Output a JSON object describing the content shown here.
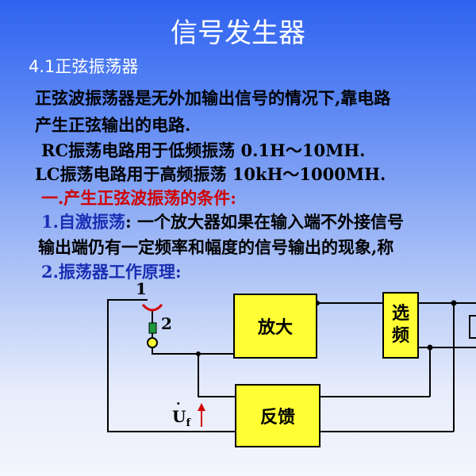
{
  "slide": {
    "title": "信号发生器",
    "section": "4.1正弦振荡器",
    "line1": "正弦波振荡器是无外加输出信号的情况下,靠电路",
    "line2": "产生正弦输出的电路.",
    "rc_line": "RC振荡电路用于低频振荡   0.1H～10MH.",
    "lc_line": "LC振荡电路用于高频振荡   10kH～1000MH.",
    "cond_heading": "一.产生正弦波振荡的条件:",
    "item1_label": "1.自激振荡",
    "item1_text": ": 一个放大器如果在输入端不外接信号",
    "item1_cont": "输出端仍有一定频率和幅度的信号输出的现象,称",
    "item2_label": "2.振荡器工作原理:"
  },
  "diagram": {
    "amp_label": "放大",
    "select_label_top": "选",
    "select_label_bottom": "频",
    "feedback_label": "反馈",
    "node1": "1",
    "node2": "2",
    "uf_main": "U",
    "uf_sub": "f"
  },
  "colors": {
    "box_fill": "#ffff33",
    "switch_red": "#d10000",
    "terminal_green": "#1a9a3a",
    "terminal_yellow": "#ffff33"
  }
}
